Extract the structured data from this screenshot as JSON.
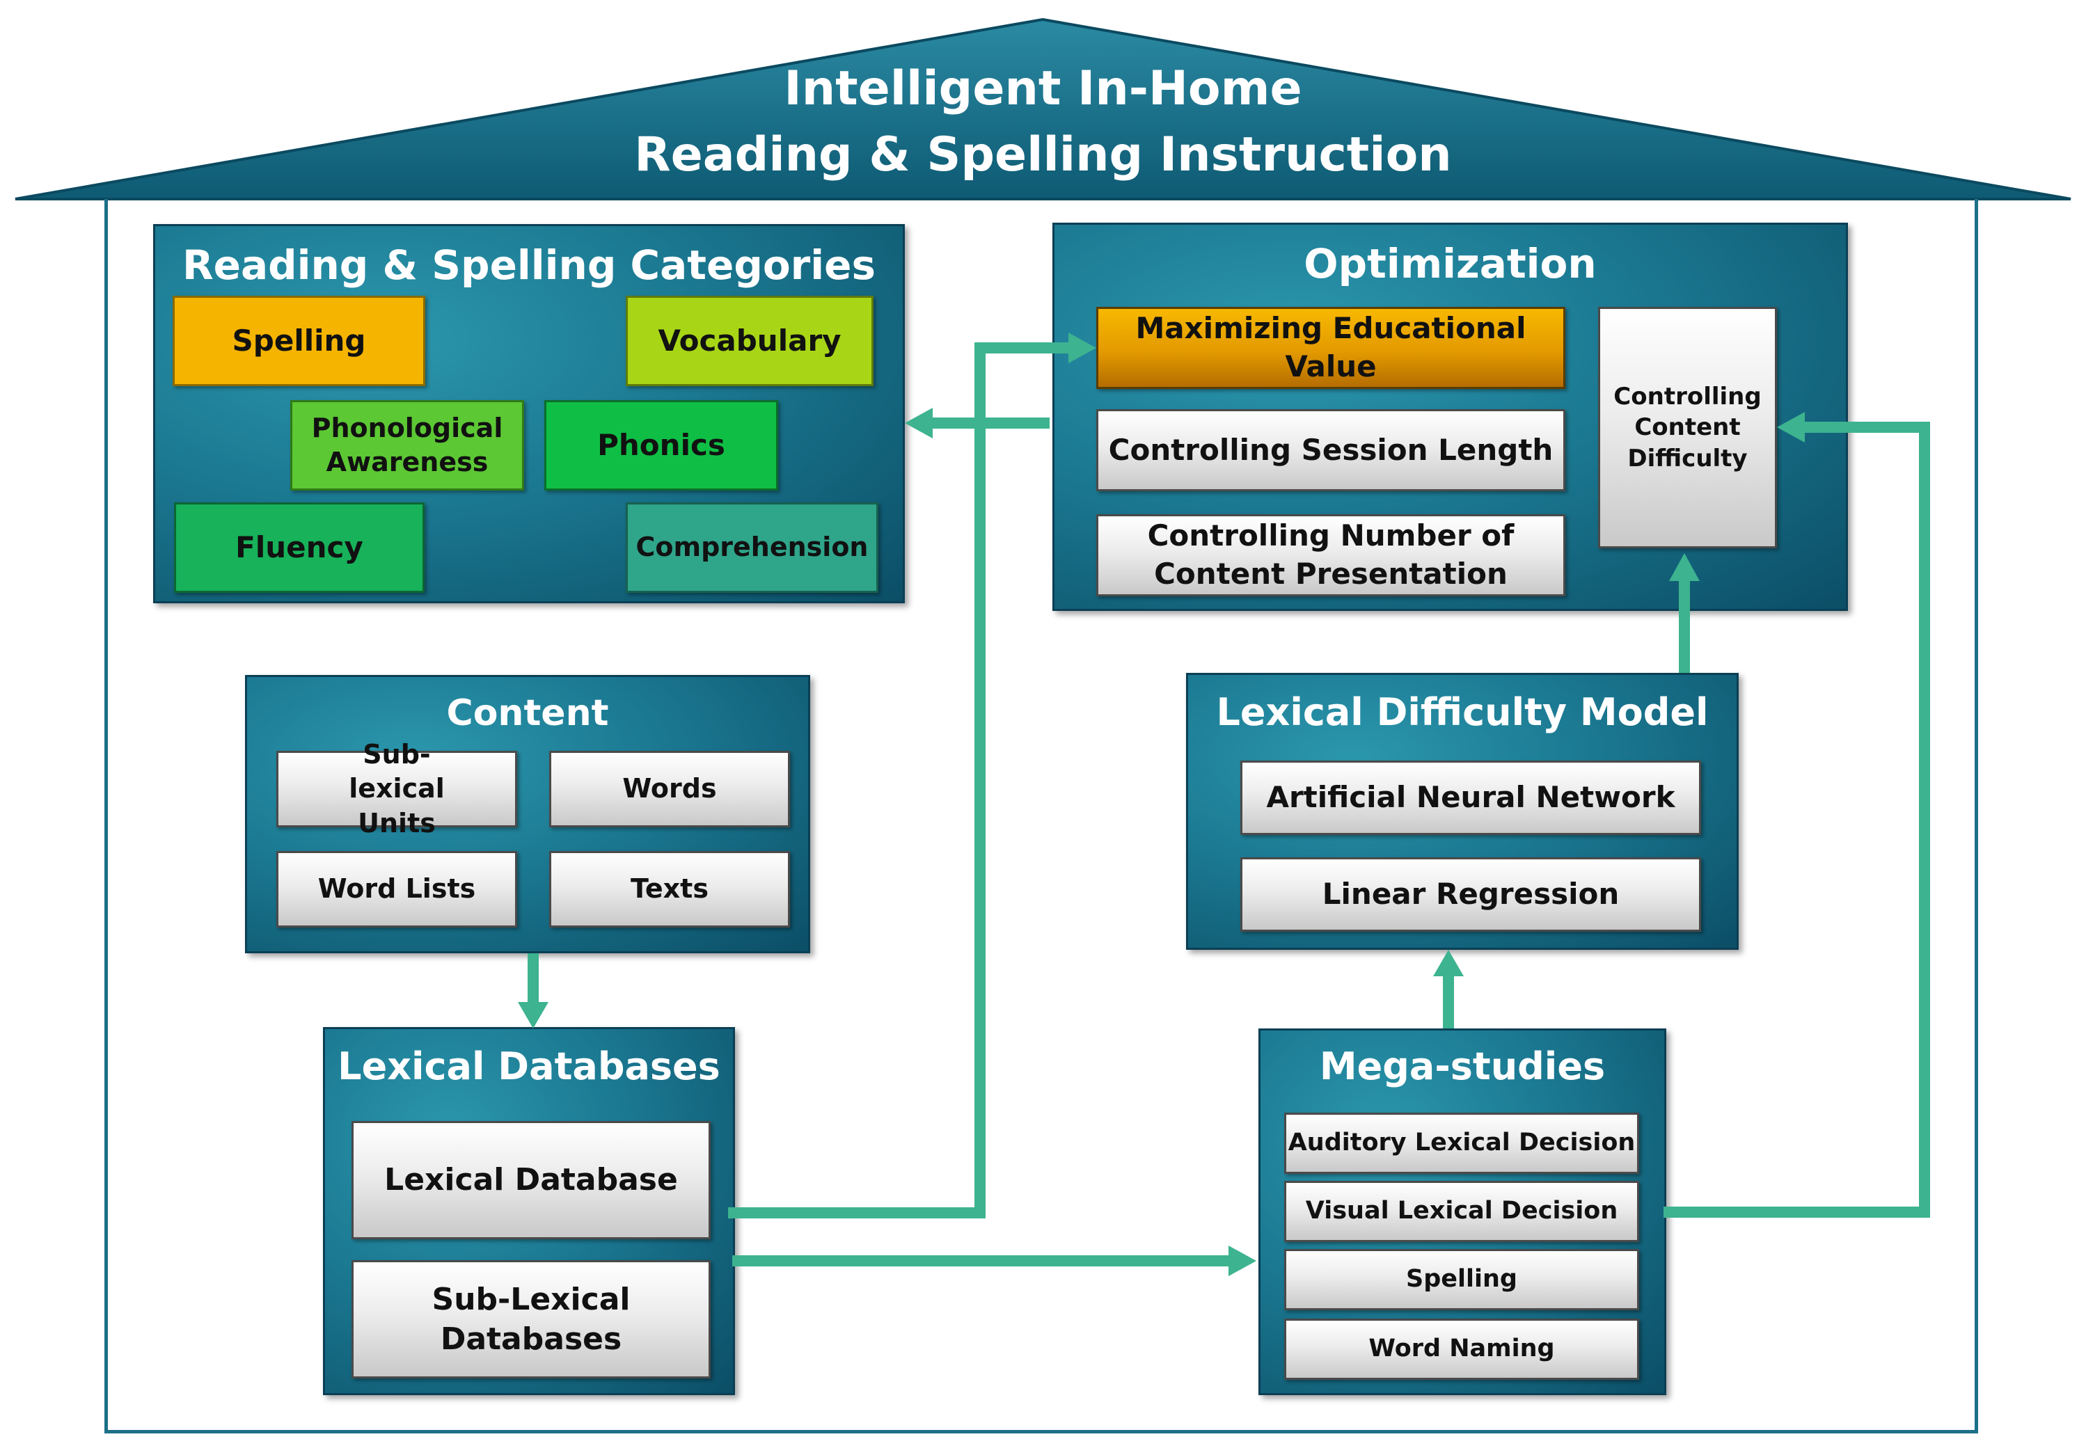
{
  "title": {
    "line1": "Intelligent In-Home",
    "line2": "Reading & Spelling Instruction"
  },
  "categories": {
    "title": "Reading & Spelling Categories",
    "spelling": "Spelling",
    "vocabulary": "Vocabulary",
    "phonological": "Phonological Awareness",
    "phonics": "Phonics",
    "fluency": "Fluency",
    "comprehension": "Comprehension"
  },
  "optimization": {
    "title": "Optimization",
    "max_value": "Maximizing Educational Value",
    "session_length": "Controlling Session Length",
    "number_presentation": "Controlling Number of Content Presentation",
    "content_difficulty": "Controlling Content Difficulty"
  },
  "content": {
    "title": "Content",
    "sublexical_units": "Sub-lexical Units",
    "words": "Words",
    "word_lists": "Word Lists",
    "texts": "Texts"
  },
  "lexical_difficulty": {
    "title": "Lexical Difficulty Model",
    "ann": "Artificial Neural Network",
    "linear": "Linear Regression"
  },
  "lexical_databases": {
    "title": "Lexical Databases",
    "lexical_database": "Lexical Database",
    "sublexical_databases": "Sub-Lexical Databases"
  },
  "mega_studies": {
    "title": "Mega-studies",
    "auditory": "Auditory Lexical Decision",
    "visual": "Visual Lexical Decision",
    "spelling": "Spelling",
    "naming": "Word Naming"
  },
  "colors": {
    "roof": "#1c7088",
    "panel": "#1b7891",
    "arrow": "#3db38f",
    "orange": "#f5b400",
    "lime": "#a8d616",
    "green": "#5cc834",
    "bright_green": "#0fbf45",
    "mid_green": "#17b25a",
    "teal": "#2fa58a"
  }
}
